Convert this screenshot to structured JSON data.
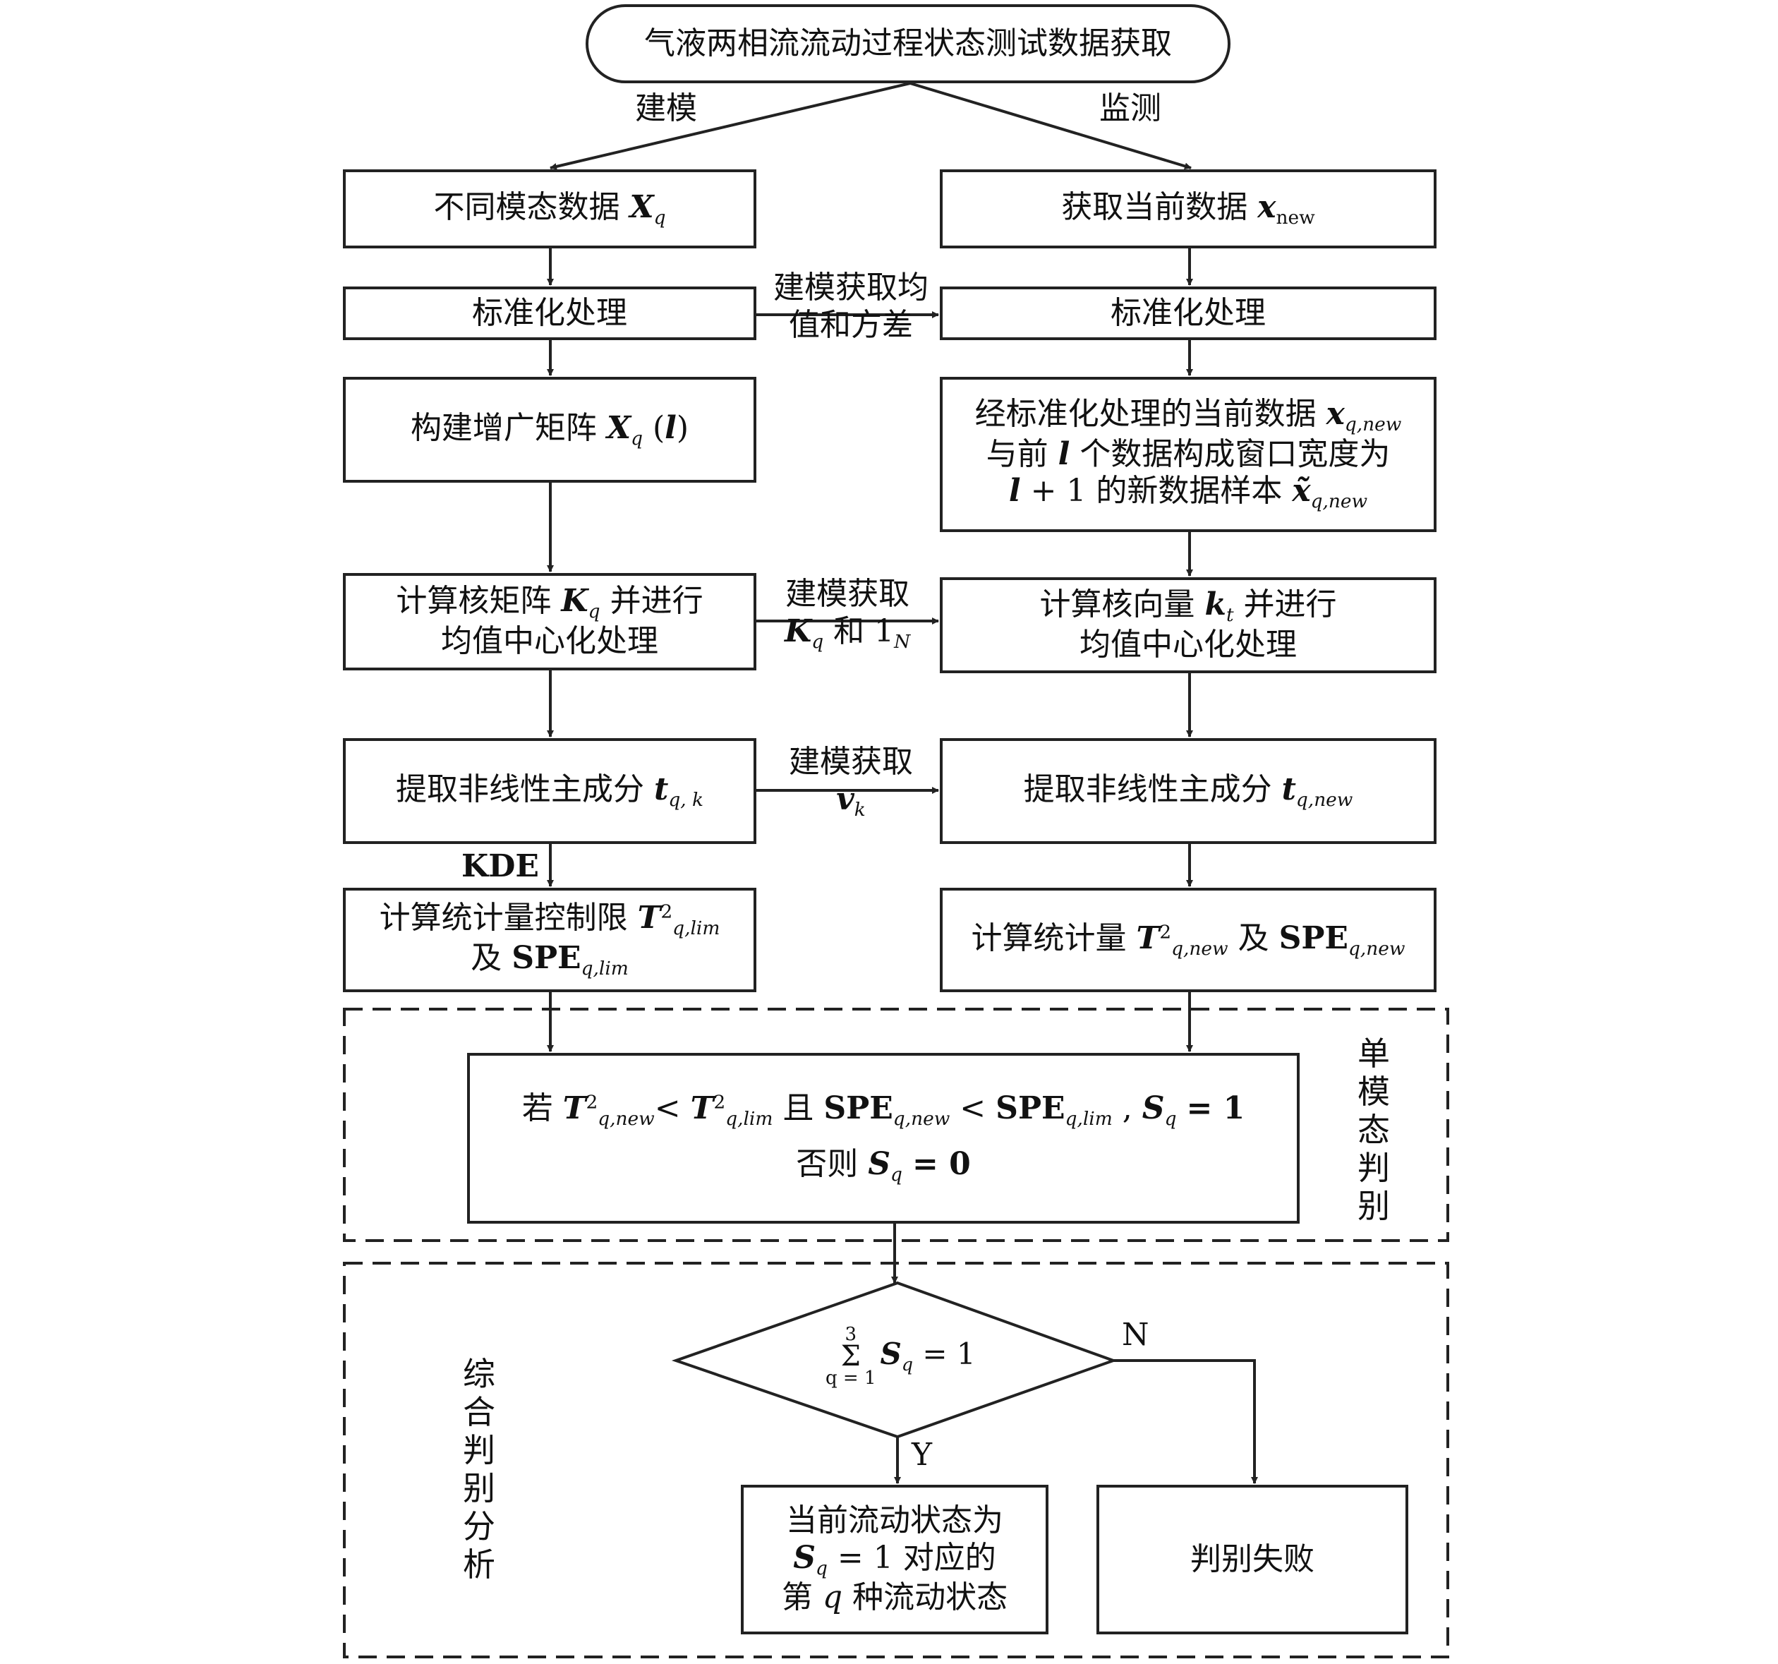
{
  "start": {
    "text": "气液两相流流动过程状态测试数据获取"
  },
  "branch": {
    "left": "建模",
    "right": "监测"
  },
  "left": {
    "b1": {
      "text": "不同模态数据",
      "var": "X",
      "sub": "q"
    },
    "b2": {
      "text": "标准化处理"
    },
    "b3": {
      "text": "构建增广矩阵",
      "var": "X",
      "sub": "q",
      "arg_open": "(",
      "arg": "l",
      "arg_close": ")"
    },
    "b4": {
      "line1_pre": "计算核矩阵",
      "var": "K",
      "sub": "q",
      "line1_post": "并进行",
      "line2": "均值中心化处理"
    },
    "b5": {
      "text": "提取非线性主成分",
      "var": "t",
      "sub": "q, k"
    },
    "b6": {
      "line1": "计算统计量控制限",
      "var": "T",
      "sup": "2",
      "sub": "q,lim",
      "line2_pre": "及",
      "spe": "SPE",
      "spe_sub": "q,lim"
    }
  },
  "right": {
    "b1": {
      "text": "获取当前数据",
      "var": "x",
      "sub": "new"
    },
    "b2": {
      "text": "标准化处理"
    },
    "b3": {
      "line1": "经标准化处理的当前数据",
      "var1": "x",
      "sub1": "q,new",
      "line2_pre": "与前",
      "line2_var": "l",
      "line2_post": "个数据构成窗口宽度为",
      "line3_var": "l",
      "line3_mid": "+ 1 的新数据样本",
      "var3": "x̃",
      "sub3": "q,new"
    },
    "b4": {
      "line1_pre": "计算核向量",
      "var": "k",
      "sub": "t",
      "line1_post": "并进行",
      "line2": "均值中心化处理"
    },
    "b5": {
      "text": "提取非线性主成分",
      "var": "t",
      "sub": "q,new"
    },
    "b6": {
      "text": "计算统计量",
      "var": "T",
      "sup": "2",
      "sub": "q,new",
      "mid": "及",
      "spe": "SPE",
      "spe_sub": "q,new"
    }
  },
  "mid_labels": {
    "m1_line1": "建模获取均",
    "m1_line2": "值和方差",
    "m2_line1": "建模获取",
    "m2_var": "K",
    "m2_sub": "q",
    "m2_and": "和 1",
    "m2_n": "N",
    "m3_line1": "建模获取",
    "m3_var": "v",
    "m3_sub": "k",
    "kde": "KDE"
  },
  "decision_box": {
    "if": "若",
    "T": "T",
    "sup": "2",
    "sub_new": "q,new",
    "lt": "<",
    "sub_lim": "q,lim",
    "and": "且",
    "spe": "SPE",
    "comma": ",",
    "S": "S",
    "S_sub": "q",
    "eq1": "= 1",
    "else": "否则",
    "eq0": "= 0"
  },
  "single_mode_label": [
    "单",
    "模",
    "态",
    "判",
    "别"
  ],
  "combined_label": [
    "综",
    "合",
    "判",
    "别",
    "分",
    "析"
  ],
  "diamond": {
    "sum_top": "3",
    "sum_sym": "Σ",
    "sum_bot": "q = 1",
    "S": "S",
    "S_sub": "q",
    "eq": "= 1"
  },
  "yes_label": "Y",
  "no_label": "N",
  "result_yes": {
    "line1": "当前流动状态为",
    "S": "S",
    "S_sub": "q",
    "line2_post": "= 1 对应的",
    "line3_pre": "第",
    "q": "q",
    "line3_post": "种流动状态"
  },
  "result_no": {
    "text": "判别失败"
  }
}
